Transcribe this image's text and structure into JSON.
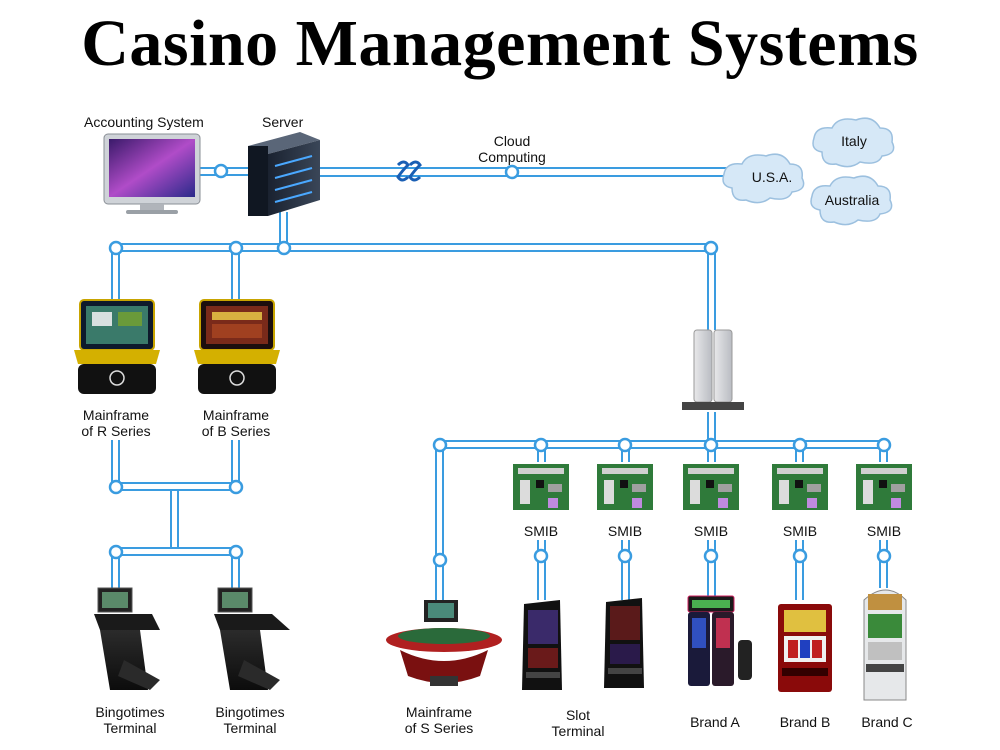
{
  "title": "Casino Management Systems",
  "labels": {
    "accounting_system": "Accounting System",
    "server": "Server",
    "cloud_line1": "Cloud",
    "cloud_line2": "Computing",
    "mainframe_r_line1": "Mainframe",
    "mainframe_r_line2": "of R Series",
    "mainframe_b_line1": "Mainframe",
    "mainframe_b_line2": "of B Series",
    "bingo1_line1": "Bingotimes",
    "bingo1_line2": "Terminal",
    "bingo2_line1": "Bingotimes",
    "bingo2_line2": "Terminal",
    "mainframe_s_line1": "Mainframe",
    "mainframe_s_line2": "of S Series",
    "slot_line1": "Slot",
    "slot_line2": "Terminal",
    "brand_a": "Brand A",
    "brand_b": "Brand B",
    "brand_c": "Brand C"
  },
  "smib_labels": [
    "SMIB",
    "SMIB",
    "SMIB",
    "SMIB",
    "SMIB"
  ],
  "clouds": {
    "usa": "U.S.A.",
    "italy": "Italy",
    "australia": "Australia"
  },
  "colors": {
    "line": "#3a9ce0",
    "node_fill": "#ffffff",
    "cloud_fill": "#d6e8f7",
    "cloud_stroke": "#9cc0df"
  },
  "icons": {
    "monitor": "monitor-icon",
    "server": "server-icon",
    "gateway": "gateway-server-icon",
    "link_break": "wireless-link-icon"
  }
}
